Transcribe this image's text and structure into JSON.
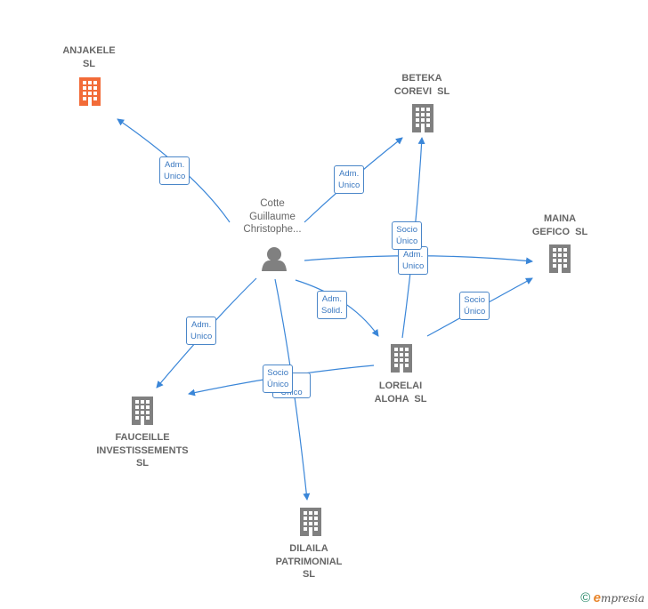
{
  "colors": {
    "edge": "#3a86d8",
    "building": "#808080",
    "building_main": "#f26b38",
    "person": "#808080"
  },
  "nodes": {
    "anjakele": {
      "label": "ANJAKELE\nSL"
    },
    "beteka": {
      "label": "BETEKA\nCOREVI  SL"
    },
    "maina": {
      "label": "MAINA\nGEFICO  SL"
    },
    "person": {
      "label": "Cotte\nGuillaume\nChristophe..."
    },
    "lorelai": {
      "label": "LORELAI\nALOHA  SL"
    },
    "fauceille": {
      "label": "FAUCEILLE\nINVESTISSEMENTS\nSL"
    },
    "dilaila": {
      "label": "DILAILA\nPATRIMONIAL\nSL"
    }
  },
  "edge_labels": {
    "adm_unico_anjakele": "Adm.\nUnico",
    "adm_unico_beteka": "Adm.\nUnico",
    "socio_unico_beteka": "Socio\nÚnico",
    "adm_unico_maina": "Adm.\nUnico",
    "adm_solid_lorelai": "Adm.\nSolid.",
    "socio_unico_maina": "Socio\nÚnico",
    "adm_unico_fauceille": "Adm.\nUnico",
    "socio_unico_fauceille": "Socio\nÚnico",
    "unico_dilaila": "Unico"
  },
  "footer": {
    "copyright": "©",
    "brand_e": "e",
    "brand_rest": "mpresia"
  }
}
